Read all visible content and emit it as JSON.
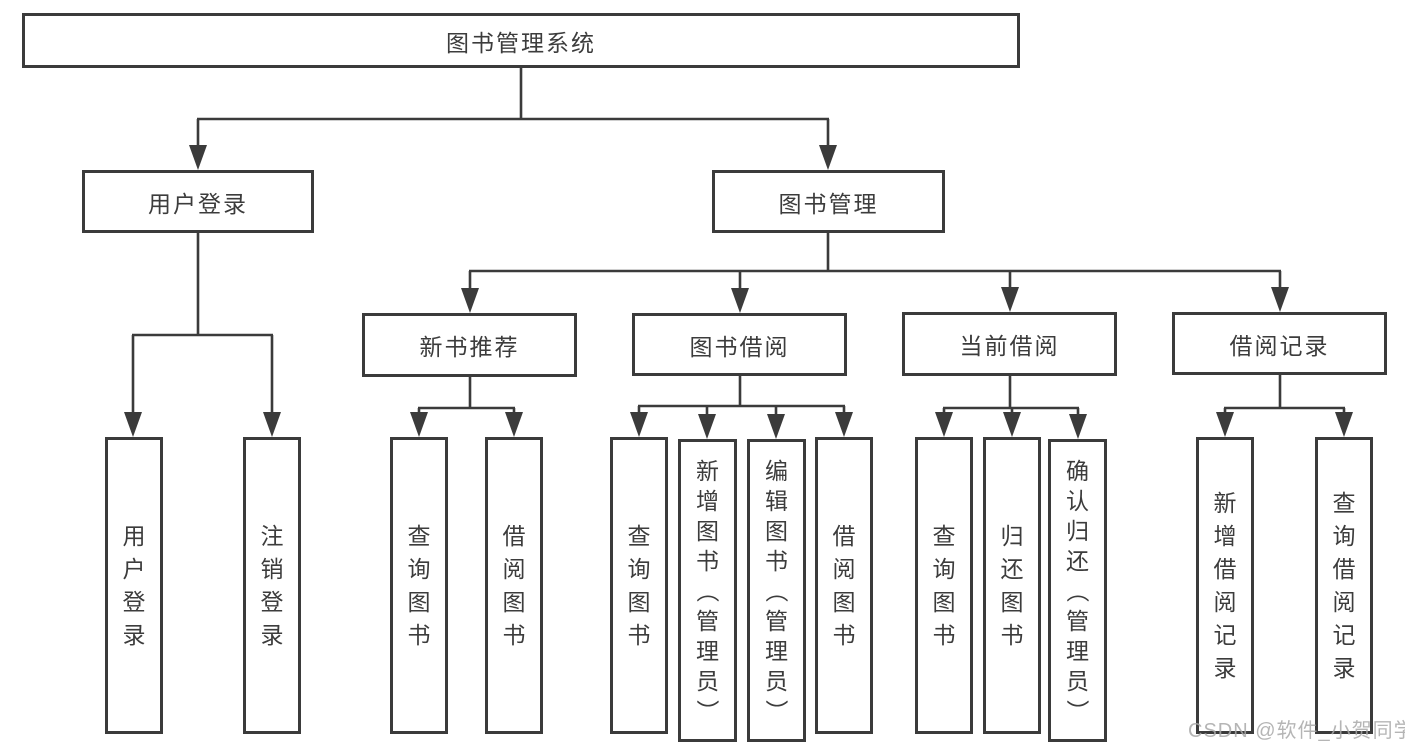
{
  "diagram": {
    "root": {
      "label": "图书管理系统"
    },
    "branches": [
      {
        "label": "用户登录",
        "children": [
          {
            "label": "用户登录"
          },
          {
            "label": "注销登录"
          }
        ]
      },
      {
        "label": "图书管理",
        "children": [
          {
            "label": "新书推荐",
            "children": [
              {
                "label": "查询图书"
              },
              {
                "label": "借阅图书"
              }
            ]
          },
          {
            "label": "图书借阅",
            "children": [
              {
                "label": "查询图书"
              },
              {
                "label": "新增图书（管理员）"
              },
              {
                "label": "编辑图书（管理员）"
              },
              {
                "label": "借阅图书"
              }
            ]
          },
          {
            "label": "当前借阅",
            "children": [
              {
                "label": "查询图书"
              },
              {
                "label": "归还图书"
              },
              {
                "label": "确认归还（管理员）"
              }
            ]
          },
          {
            "label": "借阅记录",
            "children": [
              {
                "label": "新增借阅记录"
              },
              {
                "label": "查询借阅记录"
              }
            ]
          }
        ]
      }
    ],
    "watermark": "CSDN @软件_小贺同学",
    "colors": {
      "line": "#3b3b3b",
      "text": "#3c3c3c",
      "background": "#ffffff",
      "watermark": "#a9a9a9"
    }
  }
}
